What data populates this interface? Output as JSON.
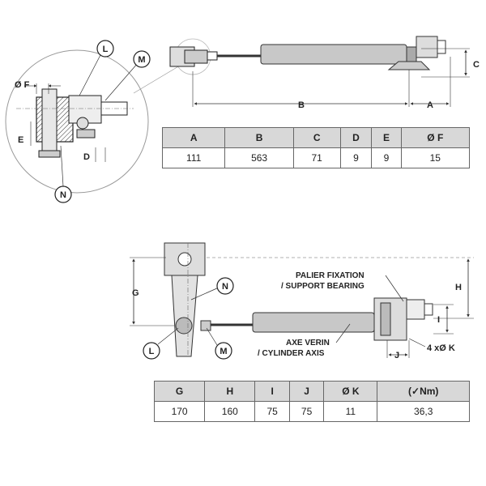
{
  "upper_view": {
    "callouts": {
      "l": "L",
      "m": "M",
      "n": "N"
    },
    "dimension_labels": {
      "f": "Ø F",
      "e": "E",
      "d": "D",
      "b": "B",
      "a": "A",
      "c": "C"
    }
  },
  "lower_view": {
    "callouts": {
      "n": "N",
      "l": "L",
      "m": "M"
    },
    "dimension_labels": {
      "g": "G",
      "h": "H",
      "i": "I",
      "j": "J",
      "k": "4 xØ K"
    },
    "notes": {
      "support_line1": "PALIER FIXATION",
      "support_line2": "/ SUPPORT BEARING",
      "axis_line1": "AXE VERIN",
      "axis_line2": "/ CYLINDER AXIS"
    }
  },
  "table1": {
    "headers": [
      "A",
      "B",
      "C",
      "D",
      "E",
      "Ø F"
    ],
    "values": [
      "111",
      "563",
      "71",
      "9",
      "9",
      "15"
    ]
  },
  "table2": {
    "headers": [
      "G",
      "H",
      "I",
      "J",
      "Ø K",
      "(✓Nm)"
    ],
    "values": [
      "170",
      "160",
      "75",
      "75",
      "11",
      "36,3"
    ]
  }
}
